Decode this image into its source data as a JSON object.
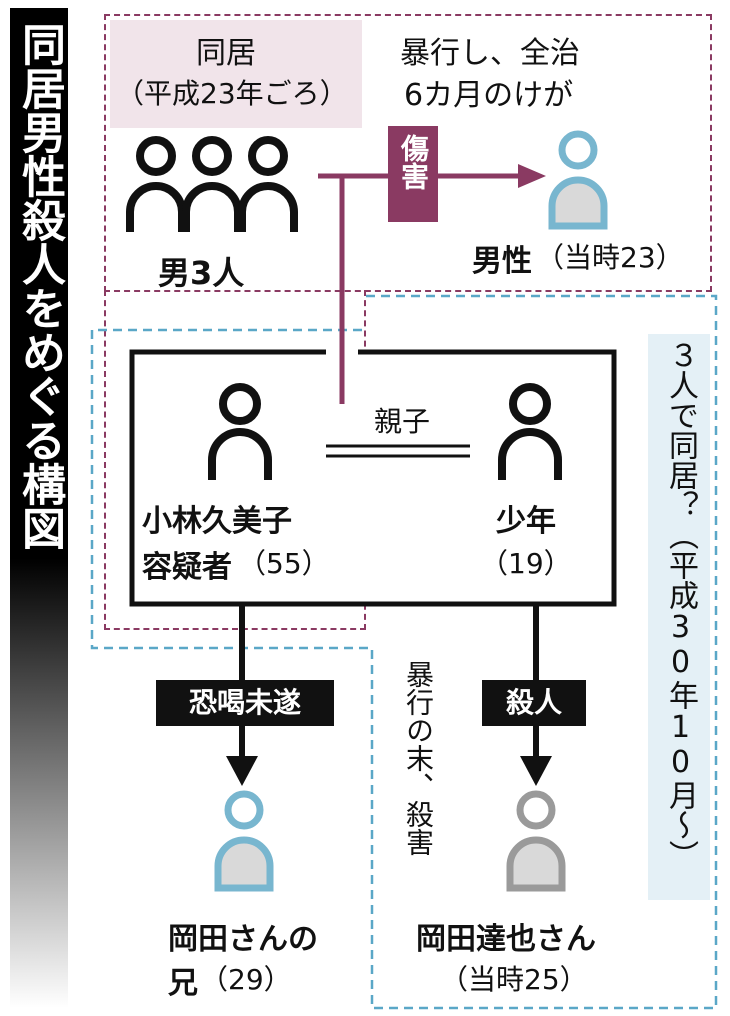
{
  "title": "同居男性殺人をめぐる構図",
  "top_left": {
    "label_line1": "同居",
    "label_line2": "（平成23年ごろ）",
    "group_name": "男3人"
  },
  "top_right": {
    "note_line1": "暴行し、全治",
    "note_line2": "6カ月のけが",
    "victim_name": "男性",
    "victim_age": "（当時23）"
  },
  "edge_injury": "傷害",
  "center": {
    "relation": "親子",
    "suspect_line1": "小林久美子",
    "suspect_line2_name": "容疑者",
    "suspect_line2_age": "（55）",
    "boy_name": "少年",
    "boy_age": "（19）"
  },
  "right_note": "３人で同居？（平成30年10月～）",
  "edge_extortion": "恐喝未遂",
  "edge_murder": "殺人",
  "middle_note": "暴行の末、殺害",
  "bottom_left": {
    "line1": "岡田さんの",
    "line2_name": "兄",
    "line2_age": "（29）"
  },
  "bottom_right": {
    "line1": "岡田達也さん",
    "line2": "（当時25）"
  },
  "colors": {
    "plum": "#8a3a62",
    "blue_dash": "#5aa7c7",
    "figure_blue": "#78b6cf",
    "figure_gray": "#9a9a9a",
    "black": "#111111"
  }
}
